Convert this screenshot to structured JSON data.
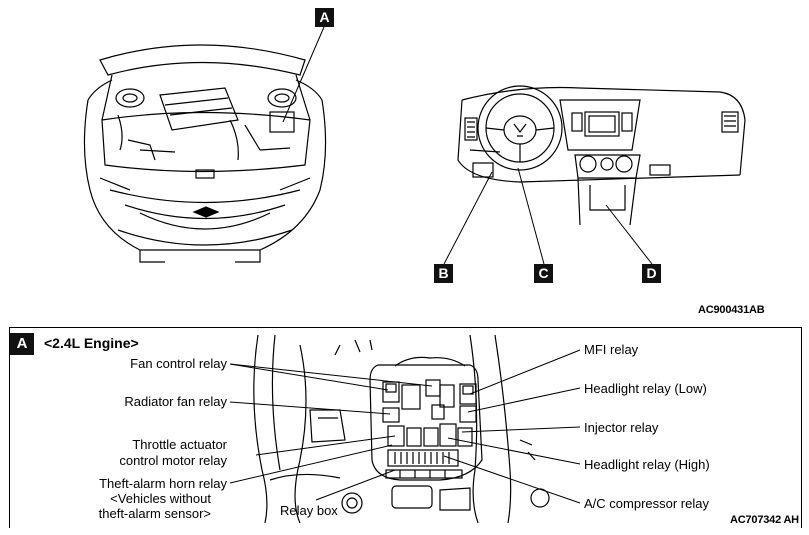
{
  "top": {
    "callouts": {
      "a": "A",
      "b": "B",
      "c": "C",
      "d": "D"
    },
    "figure_code": "AC900431AB"
  },
  "detail": {
    "panel_letter": "A",
    "engine_label": "<2.4L Engine>",
    "labels": {
      "fan_control_relay": "Fan control relay",
      "radiator_fan_relay": "Radiator fan relay",
      "throttle_line1": "Throttle actuator",
      "throttle_line2": "control motor relay",
      "theft_line1": "Theft-alarm horn relay",
      "theft_line2": "<Vehicles without",
      "theft_line3": "theft-alarm sensor>",
      "relay_box": "Relay box",
      "mfi_relay": "MFI relay",
      "headlight_low": "Headlight relay (Low)",
      "injector_relay": "Injector relay",
      "headlight_high": "Headlight relay (High)",
      "ac_compressor_relay": "A/C compressor relay"
    },
    "figure_code": "AC707342 AH"
  }
}
